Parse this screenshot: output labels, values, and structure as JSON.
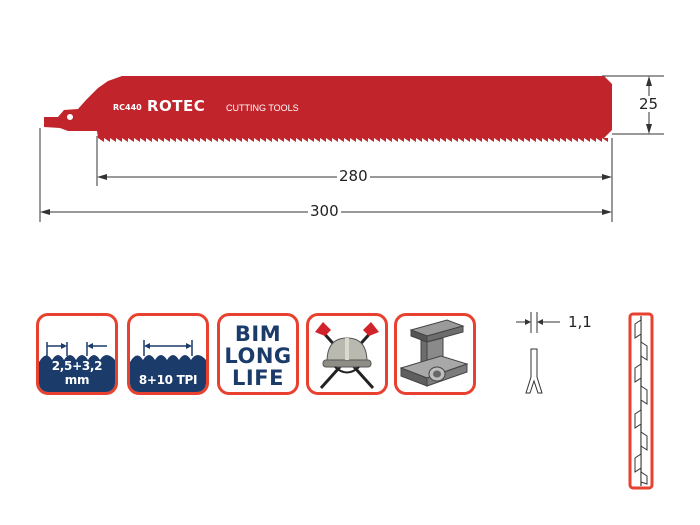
{
  "blade": {
    "model": "RC440",
    "brand": "ROTEC",
    "tagline": "CUTTING TOOLS",
    "color": "#c2242c"
  },
  "dimensions": {
    "height": "25",
    "toothed_length": "280",
    "total_length": "300",
    "thickness": "1,1"
  },
  "badges": {
    "tooth_pitch": "2,5+3,2 mm",
    "tpi": "8+10 TPI",
    "material_lines": [
      "BIM",
      "LONG",
      "LIFE"
    ]
  },
  "colors": {
    "tile_border": "#e8412f",
    "tile_dark": "#1b3b6a"
  },
  "icons": [
    "firefighter-helmet-axes-icon",
    "steel-profiles-icon",
    "blade-profile-icon",
    "tooth-set-icon"
  ]
}
